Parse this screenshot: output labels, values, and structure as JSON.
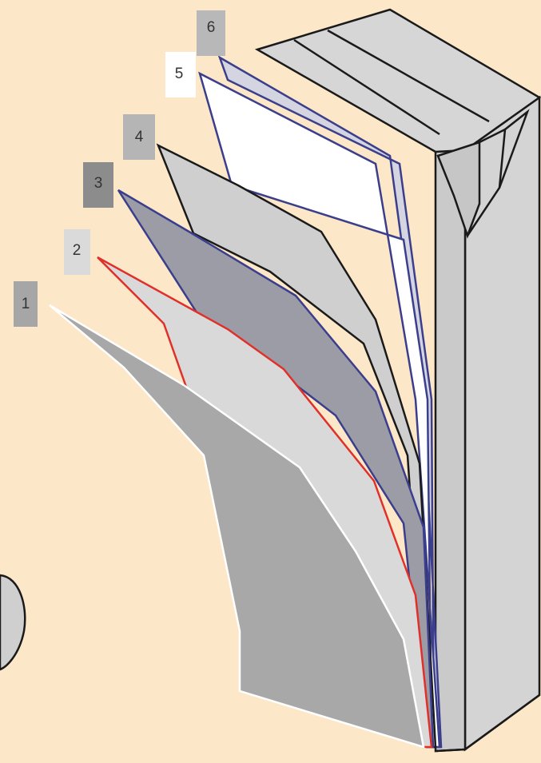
{
  "diagram": {
    "layers": [
      {
        "label": "1",
        "edge_color": "#FFFFFF",
        "fill_color": "#A8A8A8",
        "tag_color": "#A6A6A6"
      },
      {
        "label": "2",
        "edge_color": "#E0302A",
        "fill_color": "#D9D9D9",
        "tag_color": "#DADADA"
      },
      {
        "label": "3",
        "edge_color": "#3A3E8C",
        "fill_color": "#9C9CA6",
        "tag_color": "#8C8C8C"
      },
      {
        "label": "4",
        "edge_color": "#1A1A1A",
        "fill_color": "#CFCFCF",
        "tag_color": "#B5B5B5"
      },
      {
        "label": "5",
        "edge_color": "#3A3E8C",
        "fill_color": "#FFFFFF",
        "tag_color": "#FFFFFF"
      },
      {
        "label": "6",
        "edge_color": "#3A3E8C",
        "fill_color": "#D4D5E0",
        "tag_color": "#B8B8B8"
      }
    ],
    "carton_color": "#D4D4D4",
    "background_color": "#FCE8C8"
  }
}
